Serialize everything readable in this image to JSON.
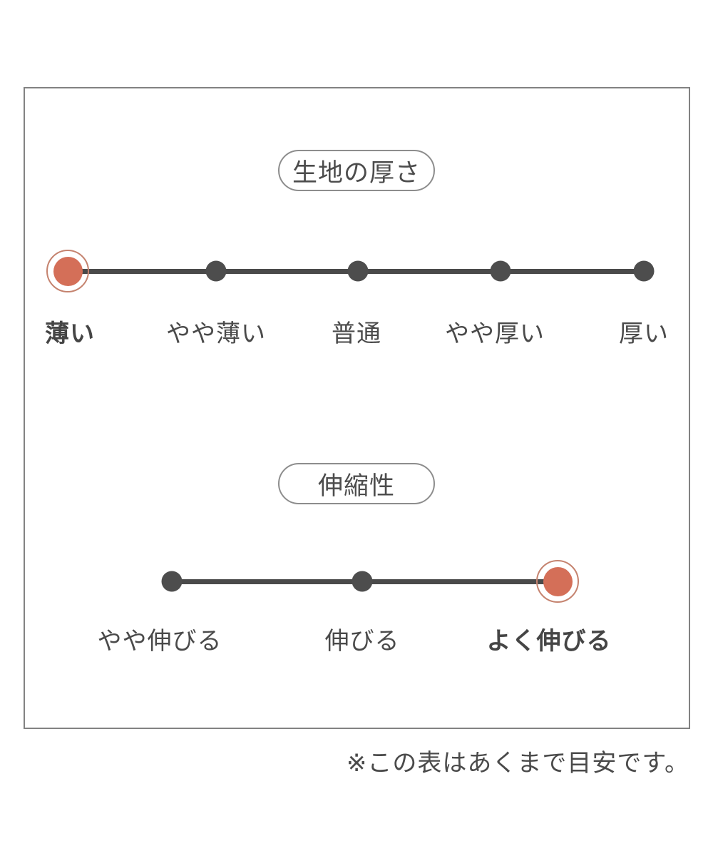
{
  "colors": {
    "accent": "#d46f58",
    "accent_ring": "#c5836f",
    "scale_line": "#4a4a4a",
    "text": "#4a4a4a",
    "frame_border": "#828282",
    "pill_border": "#8d8d8d",
    "background": "#ffffff"
  },
  "chart_data": [
    {
      "type": "line",
      "subtype": "rating-scale",
      "title": "生地の厚さ",
      "categories": [
        "薄い",
        "やや薄い",
        "普通",
        "やや厚い",
        "厚い"
      ],
      "levels": 5,
      "selected_index": 0,
      "selected_label": "薄い",
      "legend_position": "none",
      "grid": false
    },
    {
      "type": "line",
      "subtype": "rating-scale",
      "title": "伸縮性",
      "categories": [
        "やや伸びる",
        "伸びる",
        "よく伸びる"
      ],
      "levels": 3,
      "selected_index": 2,
      "selected_label": "よく伸びる",
      "legend_position": "none",
      "grid": false
    }
  ],
  "footnote": "※この表はあくまで目安です。"
}
